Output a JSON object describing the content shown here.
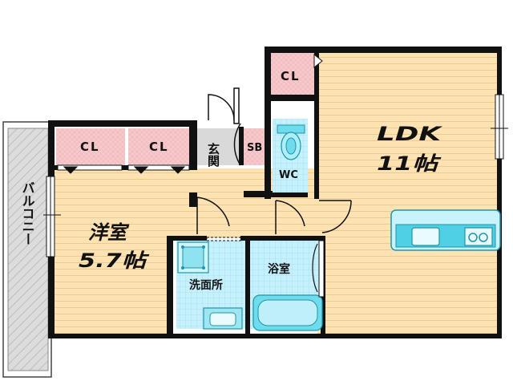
{
  "colors": {
    "wall": "#111111",
    "floor_wood": "#fde2b3",
    "floor_wood_line": "#f2c98d",
    "closet": "#f6c9cc",
    "wet_area": "#bfeefa",
    "entrance": "#d9d9d9",
    "balcony": "#d7d7d7",
    "fixture": "#35c6dc"
  },
  "rooms": {
    "ldk": {
      "name": "LDK",
      "size": "11帖"
    },
    "western": {
      "name": "洋室",
      "size": "5.7帖"
    },
    "balcony": {
      "name": "バルコニー"
    },
    "entrance": {
      "name": "玄関"
    },
    "shoe_box": {
      "name": "SB"
    },
    "toilet": {
      "name": "WC"
    },
    "washroom": {
      "name": "洗面所"
    },
    "bath": {
      "name": "浴室"
    },
    "closet_ldk": {
      "name": "CL"
    },
    "closet_left": {
      "name": "CL"
    },
    "closet_mid": {
      "name": "CL"
    }
  },
  "fixtures": [
    "kitchen-counter",
    "sink-icon",
    "stove-icon",
    "toilet-icon",
    "bathtub-icon",
    "washbasin-icon",
    "washing-machine-pan"
  ]
}
